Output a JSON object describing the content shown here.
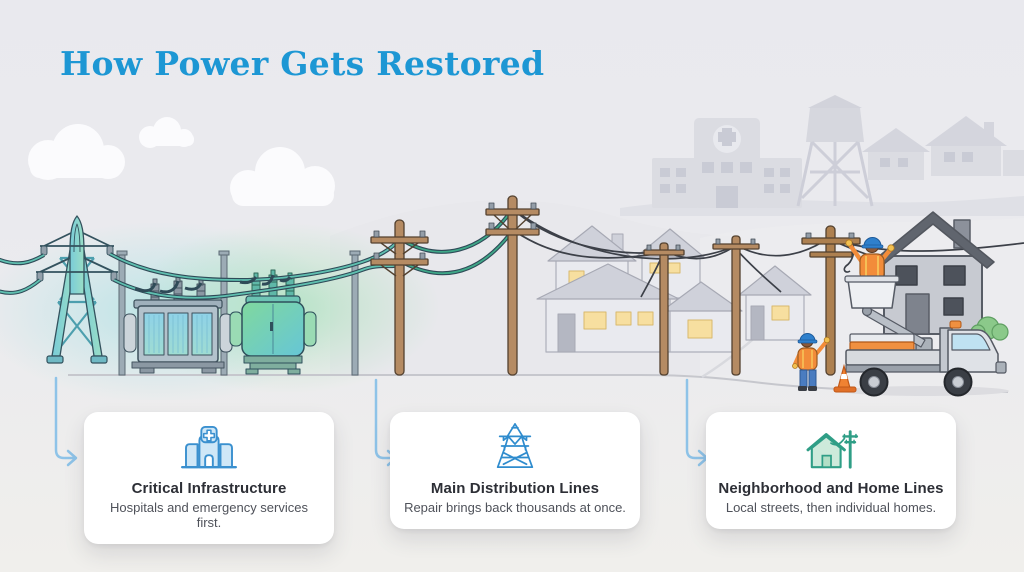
{
  "title": "How Power Gets Restored",
  "steps": [
    {
      "label": "Critical Infrastructure",
      "description": "Hospitals and emergency services first.",
      "icon": "hospital-icon"
    },
    {
      "label": "Main Distribution Lines",
      "description": "Repair brings back thousands at once.",
      "icon": "transmission-tower-icon"
    },
    {
      "label": "Neighborhood and Home Lines",
      "description": "Local streets, then individual homes.",
      "icon": "house-power-line-icon"
    }
  ],
  "colors": {
    "title_blue": "#1d97d4",
    "card_title": "#2d2f36",
    "card_text": "#4f525a",
    "arrow_blue": "#8ec3e8",
    "icon_blue": "#2f8cce",
    "icon_green": "#2f9e86",
    "energized_wire_green": "#3fa888",
    "dead_wire_gray": "#3c4048",
    "hardhat_blue": "#2f80cc",
    "safety_orange": "#f28c3a"
  },
  "illustration": {
    "scene": "power-restoration-sequence",
    "elements": [
      "clouds",
      "hospital-silhouette",
      "water-tower-silhouette",
      "house-silhouettes",
      "transmission-tower",
      "substation-transformer-1",
      "substation-transformer-2",
      "distribution-pole",
      "neighborhood-houses",
      "unpowered-house",
      "bucket-truck",
      "line-worker-bucket",
      "line-worker-ground",
      "traffic-cone"
    ]
  }
}
